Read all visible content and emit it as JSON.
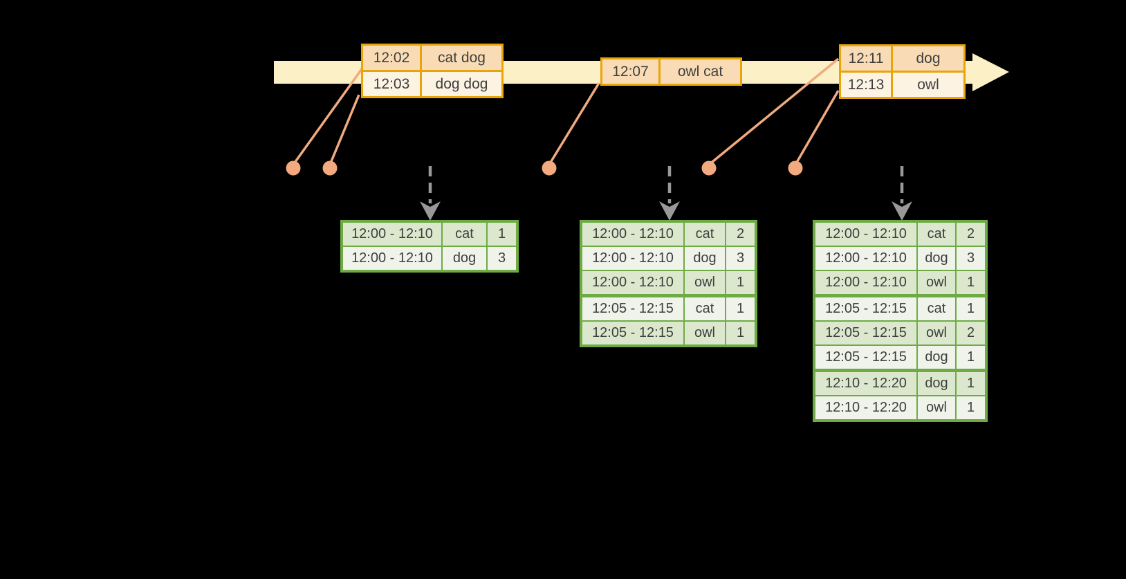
{
  "diagram": {
    "type": "streaming-windowed-word-count",
    "colors": {
      "background": "#000000",
      "timeline": "#fbf0c6",
      "event_border": "#e9a408",
      "event_row_dark": "#f9dcb5",
      "event_row_light": "#fcf3e3",
      "connector": "#f2aa7e",
      "trigger_arrow": "#999999",
      "result_border": "#6fab44",
      "result_row_dark": "#dce8ce",
      "result_row_light": "#eff3ea",
      "text": "#3e3e3e"
    },
    "icons": {
      "timeline_arrow": "arrow-right",
      "trigger_arrow": "arrow-down-dashed",
      "event_marker": "dot"
    },
    "timeline_events": [
      {
        "rows": [
          {
            "time": "12:02",
            "words": "cat dog"
          },
          {
            "time": "12:03",
            "words": "dog dog"
          }
        ]
      },
      {
        "rows": [
          {
            "time": "12:07",
            "words": "owl cat"
          }
        ]
      },
      {
        "rows": [
          {
            "time": "12:11",
            "words": "dog"
          },
          {
            "time": "12:13",
            "words": "owl"
          }
        ]
      }
    ],
    "result_tables": [
      {
        "rows": [
          {
            "window": "12:00 - 12:10",
            "word": "cat",
            "count": "1"
          },
          {
            "window": "12:00 - 12:10",
            "word": "dog",
            "count": "3"
          }
        ]
      },
      {
        "rows": [
          {
            "window": "12:00 - 12:10",
            "word": "cat",
            "count": "2"
          },
          {
            "window": "12:00 - 12:10",
            "word": "dog",
            "count": "3"
          },
          {
            "window": "12:00 - 12:10",
            "word": "owl",
            "count": "1"
          },
          {
            "window": "12:05 - 12:15",
            "word": "cat",
            "count": "1"
          },
          {
            "window": "12:05 - 12:15",
            "word": "owl",
            "count": "1"
          }
        ]
      },
      {
        "rows": [
          {
            "window": "12:00 - 12:10",
            "word": "cat",
            "count": "2"
          },
          {
            "window": "12:00 - 12:10",
            "word": "dog",
            "count": "3"
          },
          {
            "window": "12:00 - 12:10",
            "word": "owl",
            "count": "1"
          },
          {
            "window": "12:05 - 12:15",
            "word": "cat",
            "count": "1"
          },
          {
            "window": "12:05 - 12:15",
            "word": "owl",
            "count": "2"
          },
          {
            "window": "12:05 - 12:15",
            "word": "dog",
            "count": "1"
          },
          {
            "window": "12:10 - 12:20",
            "word": "dog",
            "count": "1"
          },
          {
            "window": "12:10 - 12:20",
            "word": "owl",
            "count": "1"
          }
        ]
      }
    ]
  }
}
